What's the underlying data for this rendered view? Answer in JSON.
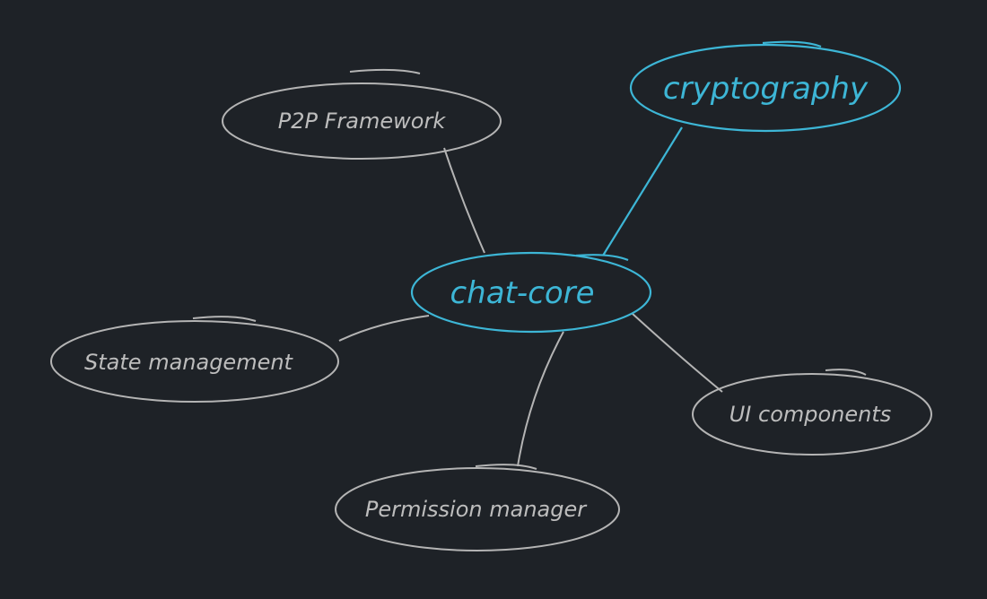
{
  "diagram": {
    "center": {
      "label": "chat-core",
      "color": "#3db6d6"
    },
    "nodes": [
      {
        "id": "p2p",
        "label": "P2P Framework",
        "color": "#b4b4b4"
      },
      {
        "id": "crypto",
        "label": "cryptography",
        "color": "#3db6d6"
      },
      {
        "id": "state",
        "label": "State management",
        "color": "#b4b4b4"
      },
      {
        "id": "ui",
        "label": "UI components",
        "color": "#b4b4b4"
      },
      {
        "id": "perm",
        "label": "Permission manager",
        "color": "#b4b4b4"
      }
    ],
    "background": "#1e2227"
  }
}
